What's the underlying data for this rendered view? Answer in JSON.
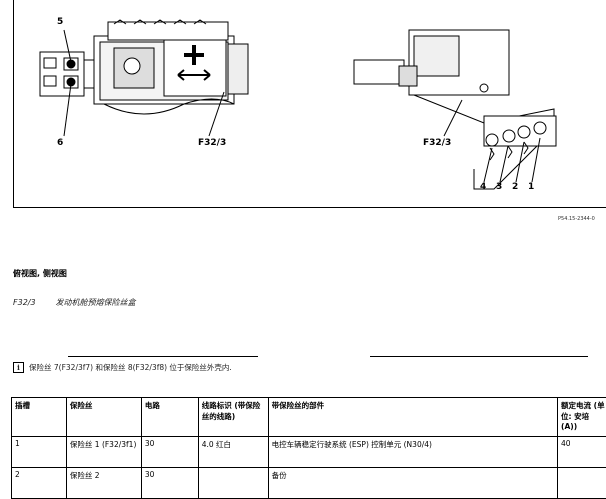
{
  "figure": {
    "callouts_left": [
      "5",
      "6",
      "F32/3"
    ],
    "callouts_right": [
      "F32/3",
      "4",
      "3",
      "2",
      "1"
    ],
    "figure_code": "P54.15-2344-0"
  },
  "section": {
    "heading": "俯视图, 侧视图",
    "component_code": "F32/3",
    "component_desc": "发动机舱预熔保险丝盒"
  },
  "note": {
    "icon": "info-icon",
    "text": "保险丝 7(F32/3f7) 和保险丝 8(F32/3f8) 位于保险丝外壳内."
  },
  "table": {
    "headers": [
      "插槽",
      "保险丝",
      "电路",
      "线路标识 (带保险丝的线路)",
      "带保险丝的部件",
      "额定电流 (单位: 安培 (A))"
    ],
    "rows": [
      [
        "1",
        "保险丝 1 (F32/3f1)",
        "30",
        "4.0 红白",
        "电控车辆稳定行驶系统 (ESP) 控制单元 (N30/4)",
        "40"
      ],
      [
        "2",
        "保险丝 2",
        "30",
        "",
        "备份",
        ""
      ]
    ]
  }
}
